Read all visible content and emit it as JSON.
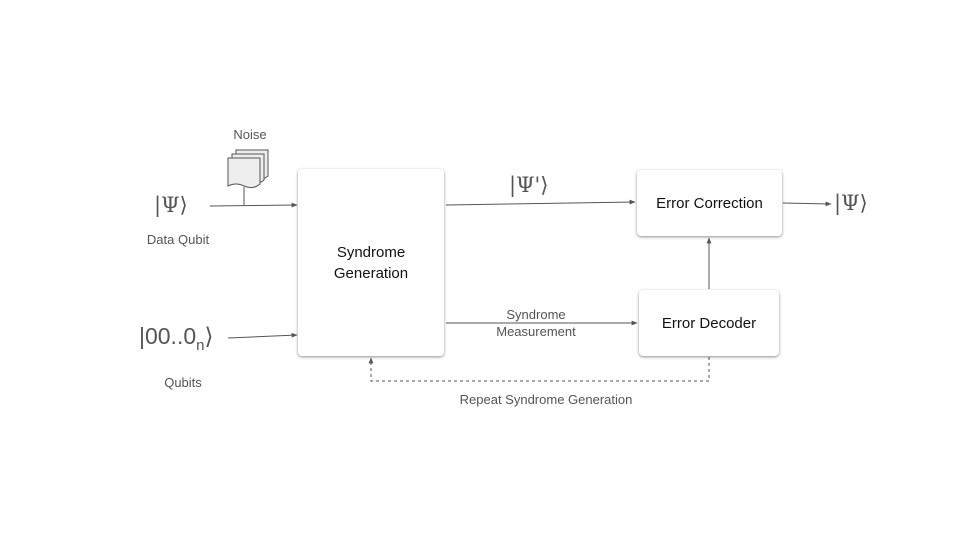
{
  "diagram": {
    "noise_label": "Noise",
    "input_state": "|Ψ⟩",
    "data_qubit_label": "Data Qubit",
    "ancilla_state_prefix": "|00..0",
    "ancilla_state_sub": "n",
    "ancilla_state_suffix": "⟩",
    "qubits_label": "Qubits",
    "syndrome_generation": {
      "line1": "Syndrome",
      "line2": "Generation"
    },
    "corrupted_state": "|Ψ'⟩",
    "error_correction": "Error Correction",
    "output_state": "|Ψ⟩",
    "syndrome_measurement": {
      "line1": "Syndrome",
      "line2": "Measurement"
    },
    "error_decoder": "Error Decoder",
    "repeat_label": "Repeat Syndrome Generation"
  }
}
